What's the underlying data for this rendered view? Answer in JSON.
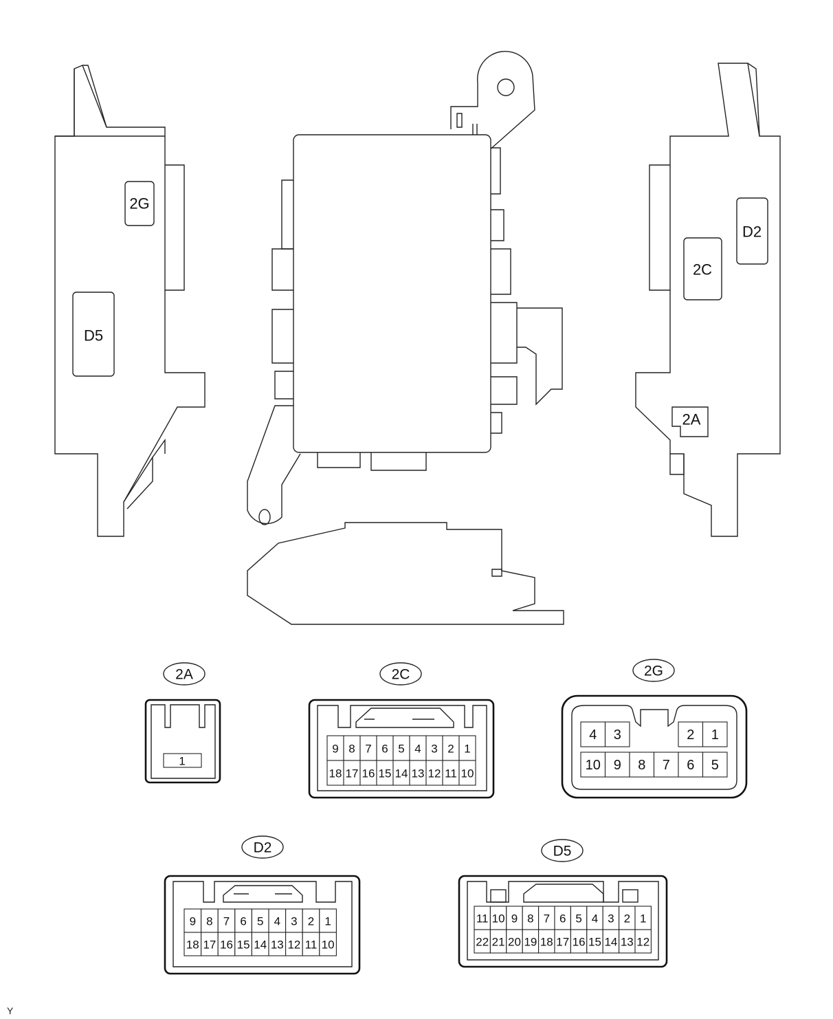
{
  "labels": {
    "left_view": [
      "2G",
      "D5"
    ],
    "right_view": [
      "D2",
      "2C",
      "2A"
    ]
  },
  "connectors": {
    "2A": {
      "name": "2A",
      "pins": [
        "1"
      ]
    },
    "2C": {
      "name": "2C",
      "top_row": [
        "9",
        "8",
        "7",
        "6",
        "5",
        "4",
        "3",
        "2",
        "1"
      ],
      "bottom_row": [
        "18",
        "17",
        "16",
        "15",
        "14",
        "13",
        "12",
        "11",
        "10"
      ]
    },
    "2G": {
      "name": "2G",
      "top_left": [
        "4",
        "3"
      ],
      "top_right": [
        "2",
        "1"
      ],
      "bottom_row": [
        "10",
        "9",
        "8",
        "7",
        "6",
        "5"
      ]
    },
    "D2": {
      "name": "D2",
      "top_row": [
        "9",
        "8",
        "7",
        "6",
        "5",
        "4",
        "3",
        "2",
        "1"
      ],
      "bottom_row": [
        "18",
        "17",
        "16",
        "15",
        "14",
        "13",
        "12",
        "11",
        "10"
      ]
    },
    "D5": {
      "name": "D5",
      "top_row": [
        "11",
        "10",
        "9",
        "8",
        "7",
        "6",
        "5",
        "4",
        "3",
        "2",
        "1"
      ],
      "bottom_row": [
        "22",
        "21",
        "20",
        "19",
        "18",
        "17",
        "16",
        "15",
        "14",
        "13",
        "12"
      ]
    }
  },
  "corner_mark": "Y"
}
